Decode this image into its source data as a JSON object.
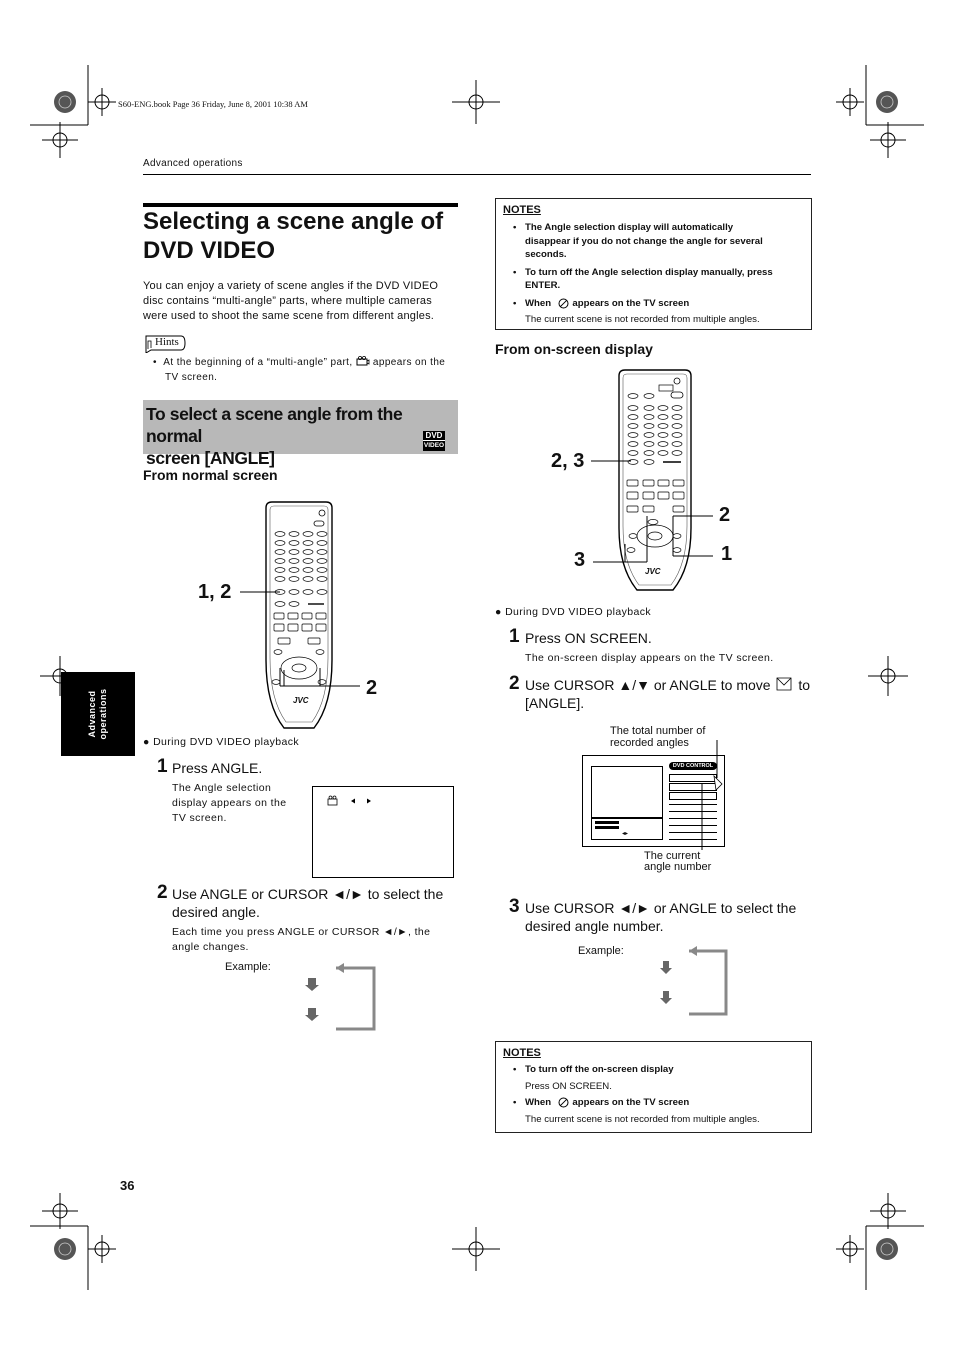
{
  "header": {
    "file_info": "S60-ENG.book  Page 36  Friday, June 8, 2001  10:38 AM",
    "section": "Advanced operations"
  },
  "left": {
    "title_line1": "Selecting a scene angle of",
    "title_line2": "DVD VIDEO",
    "intro_lines": [
      "You can enjoy a variety of scene angles if the DVD VIDEO",
      "disc contains “multi-angle” parts, where multiple cameras",
      "were used to shoot the same scene from different angles."
    ],
    "hints_label": "Hints",
    "hint_part1": "At the beginning of a “multi-angle” part,",
    "hint_part2": "appears on the",
    "hint_line2": "TV screen.",
    "band_line1": "To select a scene angle from the normal",
    "band_line2": "screen [ANGLE]",
    "dvd_badge_top": "DVD",
    "dvd_badge_bottom": "VIDEO",
    "from_normal": "From normal screen",
    "callout_12": "1, 2",
    "callout_2": "2",
    "during": "During DVD VIDEO playback",
    "step1_num": "1",
    "step1_text": "Press ANGLE.",
    "step1_desc": [
      "The Angle selection",
      "display appears on the",
      "TV screen."
    ],
    "step2_num": "2",
    "step2_line1": "Use ANGLE or CURSOR ◄/► to select the",
    "step2_line2": "desired angle.",
    "step2_desc1": "Each time you press ANGLE or CURSOR ◄/►, the",
    "step2_desc2": "angle changes.",
    "example": "Example:"
  },
  "right": {
    "notes1": {
      "title": "NOTES",
      "items": [
        {
          "bold_lines": [
            "The Angle selection display will automatically",
            "disappear if you do not change the angle for several",
            "seconds."
          ]
        },
        {
          "bold_lines": [
            "To turn off the Angle selection display manually, press",
            "ENTER."
          ]
        },
        {
          "bold_lines": [
            "When        appears on the TV screen"
          ],
          "plain": "The current scene is not recorded from multiple angles."
        }
      ]
    },
    "from_onscreen": "From on-screen display",
    "callout_23": "2, 3",
    "callout_2": "2",
    "callout_3": "3",
    "callout_1": "1",
    "during": "During DVD VIDEO playback",
    "step1_num": "1",
    "step1_text": "Press ON SCREEN.",
    "step1_desc": "The on-screen display appears on the TV screen.",
    "step2_num": "2",
    "step2_line1": "Use CURSOR ▲/▼ or ANGLE to move",
    "step2_line1b": "to",
    "step2_line2": "[ANGLE].",
    "total_label1": "The total number of",
    "total_label2": "recorded angles",
    "dvd_control": "DVD CONTROL",
    "current_label1": "The current",
    "current_label2": "angle number",
    "step3_num": "3",
    "step3_line1": "Use CURSOR ◄/► or ANGLE to select the",
    "step3_line2": "desired angle number.",
    "example": "Example:",
    "notes2": {
      "title": "NOTES",
      "items": [
        {
          "bold_lines": [
            "To turn off the on-screen display"
          ],
          "plain": "Press ON SCREEN."
        },
        {
          "bold_lines": [
            "When        appears on the TV screen"
          ],
          "plain": "The current scene is not recorded from multiple angles."
        }
      ]
    }
  },
  "side_tab": [
    "Advanced",
    "operations"
  ],
  "page_number": "36",
  "remote_brand": "JVC"
}
